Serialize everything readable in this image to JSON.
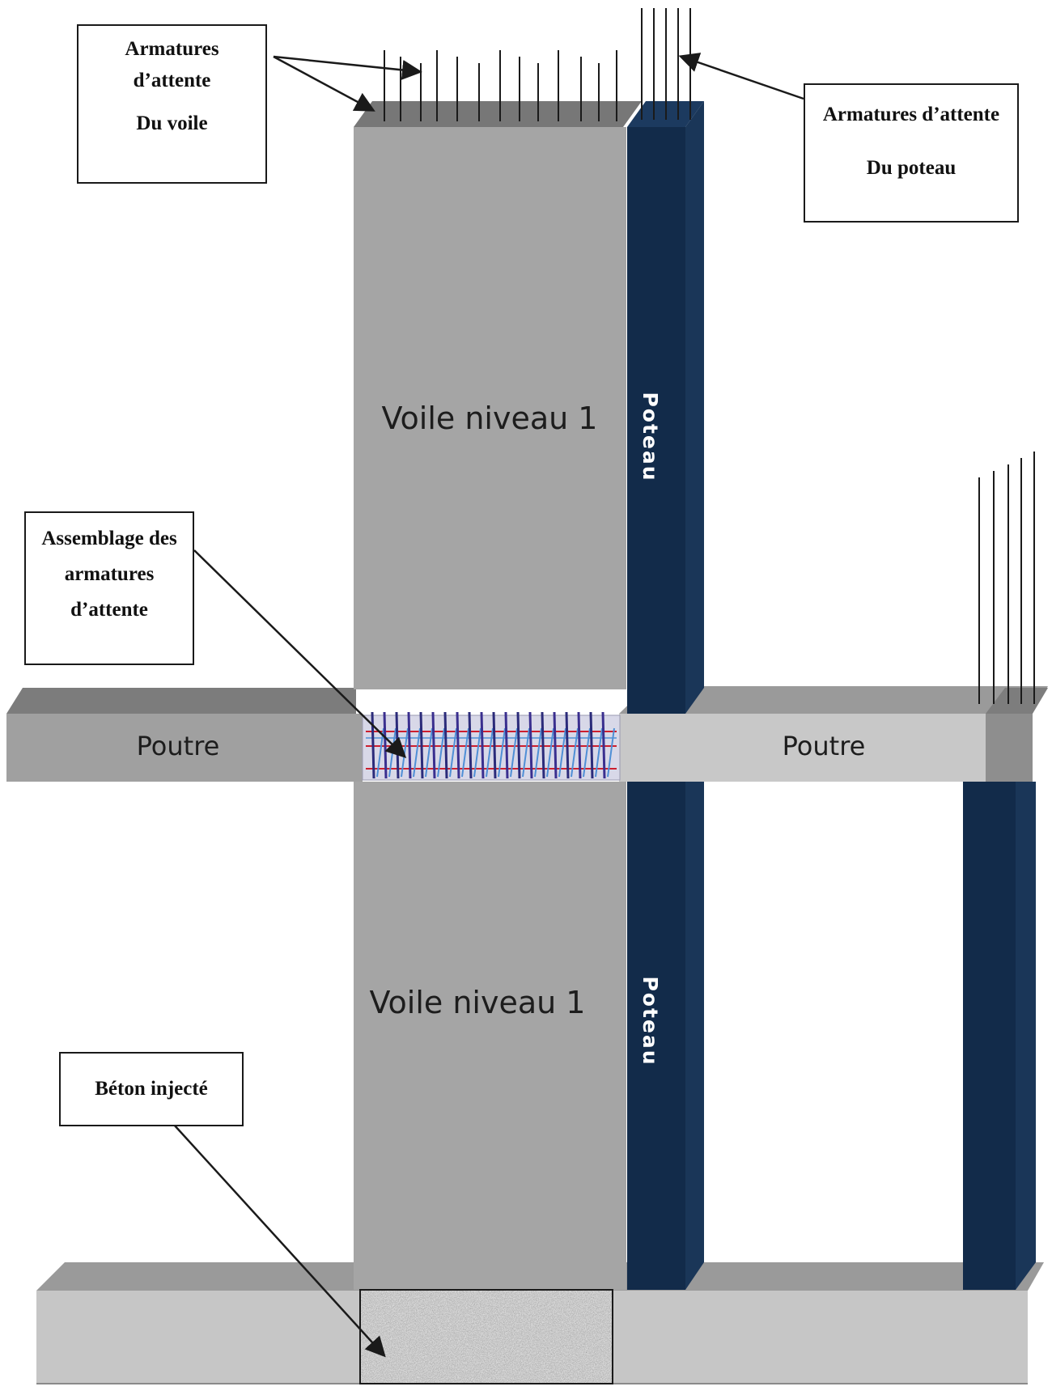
{
  "labels": {
    "voile_upper": "Voile niveau 1",
    "voile_lower": "Voile niveau 1",
    "poteau_upper": "Poteau",
    "poteau_lower": "Poteau",
    "poutre_left": "Poutre",
    "poutre_right": "Poutre"
  },
  "callouts": {
    "voile_attente": [
      "Armatures",
      "d’attente",
      "Du voile"
    ],
    "poteau_attente": [
      "Armatures d’attente",
      "Du poteau"
    ],
    "assemblage": [
      "Assemblage des",
      "armatures",
      "d’attente"
    ],
    "beton": [
      "Béton injecté"
    ]
  },
  "colors": {
    "wall": "#a4a4a4",
    "wall_top": "#7a7a7a",
    "beam_light": "#c9c9c9",
    "beam_top": "#8f8f8f",
    "column": "#122b4a",
    "column_side": "#1c3a5f",
    "rebar_dark": "#3a2f8f",
    "rebar_light": "#4f8fd6",
    "rebar_red": "#cc1f2f"
  },
  "icons": [
    "concrete-texture",
    "rebar-bundle",
    "leader-arrow"
  ]
}
